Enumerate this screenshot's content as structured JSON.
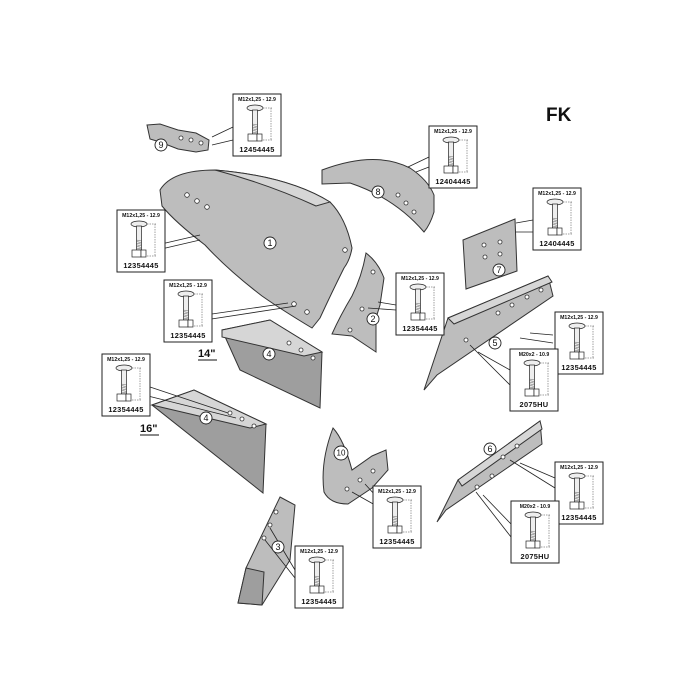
{
  "brand": "FK",
  "size_labels": {
    "size_14": "14\"",
    "size_16": "16\""
  },
  "badges": [
    "1",
    "2",
    "3",
    "4",
    "4",
    "5",
    "6",
    "7",
    "8",
    "9",
    "10"
  ],
  "bolt_boxes": [
    {
      "spec": "M12x1,25 - 12.9",
      "code": "12454445"
    },
    {
      "spec": "M12x1,25 - 12.9",
      "code": "12404445"
    },
    {
      "spec": "M12x1,25 - 12.9",
      "code": "12404445"
    },
    {
      "spec": "M12x1,25 - 12.9",
      "code": "12354445"
    },
    {
      "spec": "M12x1,25 - 12.9",
      "code": "12354445"
    },
    {
      "spec": "M12x1,25 - 12.9",
      "code": "12354445"
    },
    {
      "spec": "M12x1,25 - 12.9",
      "code": "12354445"
    },
    {
      "spec": "M12x1,25 - 12.9",
      "code": "12354445"
    },
    {
      "spec": "M20x2 - 10.9",
      "code": "2075HU"
    },
    {
      "spec": "M12x1,25 - 12.9",
      "code": "12354445"
    },
    {
      "spec": "M12x1,25 - 12.9",
      "code": "12354445"
    },
    {
      "spec": "M20x2 - 10.9",
      "code": "2075HU"
    },
    {
      "spec": "M12x1,25 - 12.9",
      "code": "12354445"
    }
  ]
}
